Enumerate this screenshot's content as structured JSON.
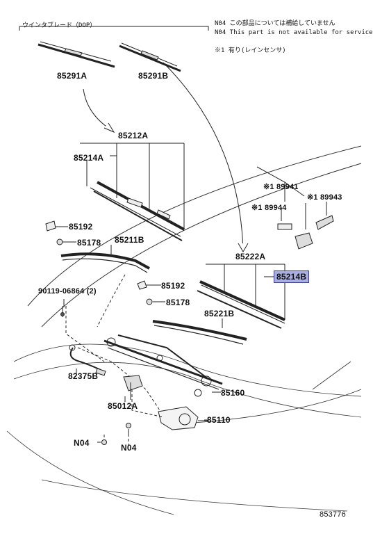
{
  "notes": {
    "header_group": "ウインタブレード（DOP）",
    "n04_jp": "N04 この部品については補給していません",
    "n04_en": "N04 This part is not available for service",
    "rain_sensor": "※1 有り(レインセンサ)"
  },
  "labels": {
    "p85291a": "85291A",
    "p85291b": "85291B",
    "p85212a": "85212A",
    "p85214a": "85214A",
    "p85192_a": "85192",
    "p85178_a": "85178",
    "p85211b": "85211B",
    "p90119": "90119-06864 (2)",
    "p85192_b": "85192",
    "p85178_b": "85178",
    "p82375b": "82375B",
    "p85012a": "85012A",
    "p85160": "85160",
    "p85110": "85110",
    "n04_a": "N04",
    "n04_b": "N04",
    "p85222a": "85222A",
    "p85214b": "85214B",
    "p85221b": "85221B",
    "p89941": "※1 89941",
    "p89944": "※1 89944",
    "p89943": "※1 89943"
  },
  "diagram_number": "853776",
  "colors": {
    "highlight": "#a9aee0",
    "line": "#222222"
  }
}
